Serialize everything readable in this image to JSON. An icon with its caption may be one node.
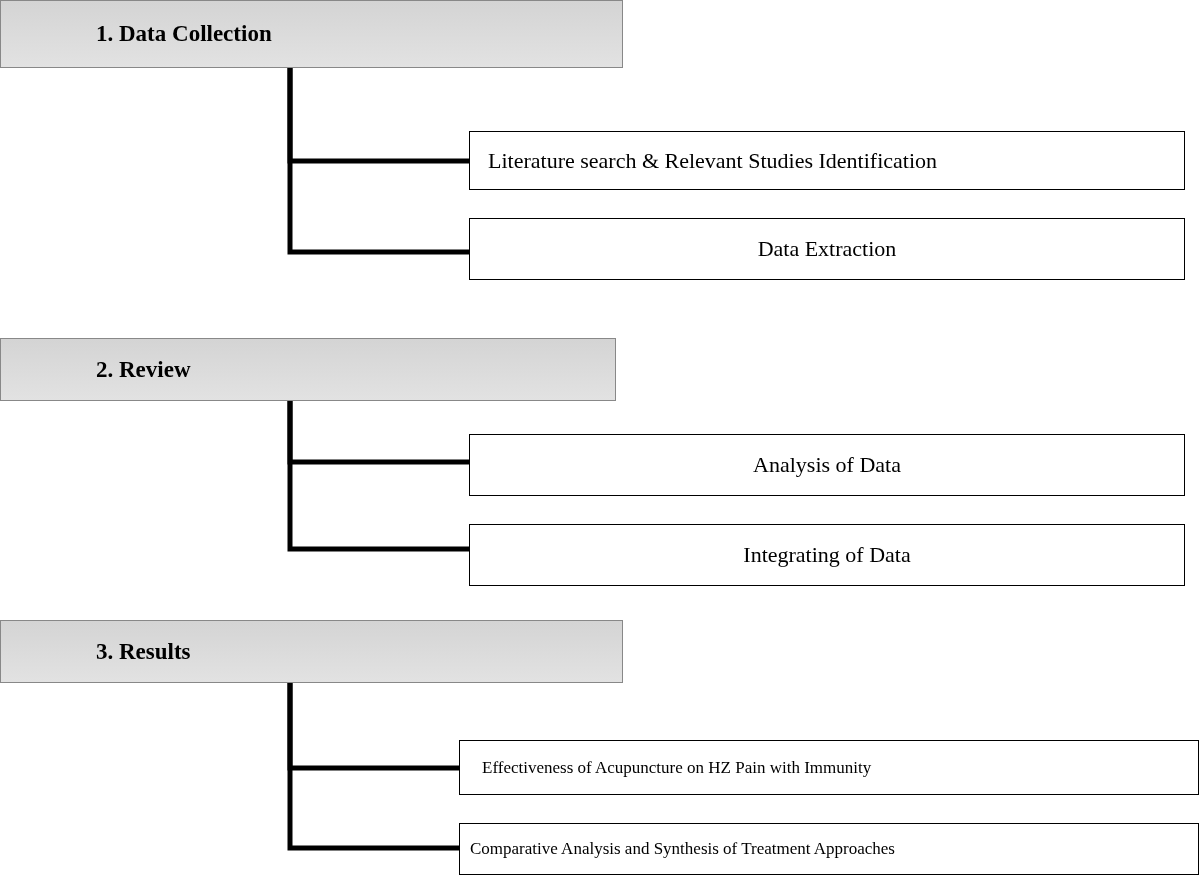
{
  "diagram": {
    "nodes": [
      {
        "text": [
          "1. Data Collection"
        ]
      },
      {
        "text": [
          "Literature search & Relevant Studies Identification"
        ]
      },
      {
        "text": [
          "Data Extraction"
        ]
      },
      {
        "text": [
          "2. Review"
        ]
      },
      {
        "text": [
          "Analysis of Data"
        ]
      },
      {
        "text": [
          "Integrating of Data"
        ]
      },
      {
        "text": [
          "3. Results"
        ]
      },
      {
        "text": [
          "Effectiveness of Acupuncture on HZ Pain with Immunity"
        ]
      },
      {
        "text": [
          "Comparative Analysis and Synthesis of Treatment Approaches"
        ]
      }
    ],
    "edges": [
      {
        "from": 0,
        "to": 1,
        "arrow": "none"
      },
      {
        "from": 0,
        "to": 2,
        "arrow": "none"
      },
      {
        "from": 3,
        "to": 4,
        "arrow": "none"
      },
      {
        "from": 3,
        "to": 5,
        "arrow": "none"
      },
      {
        "from": 6,
        "to": 7,
        "arrow": "none"
      },
      {
        "from": 6,
        "to": 8,
        "arrow": "none"
      }
    ]
  }
}
